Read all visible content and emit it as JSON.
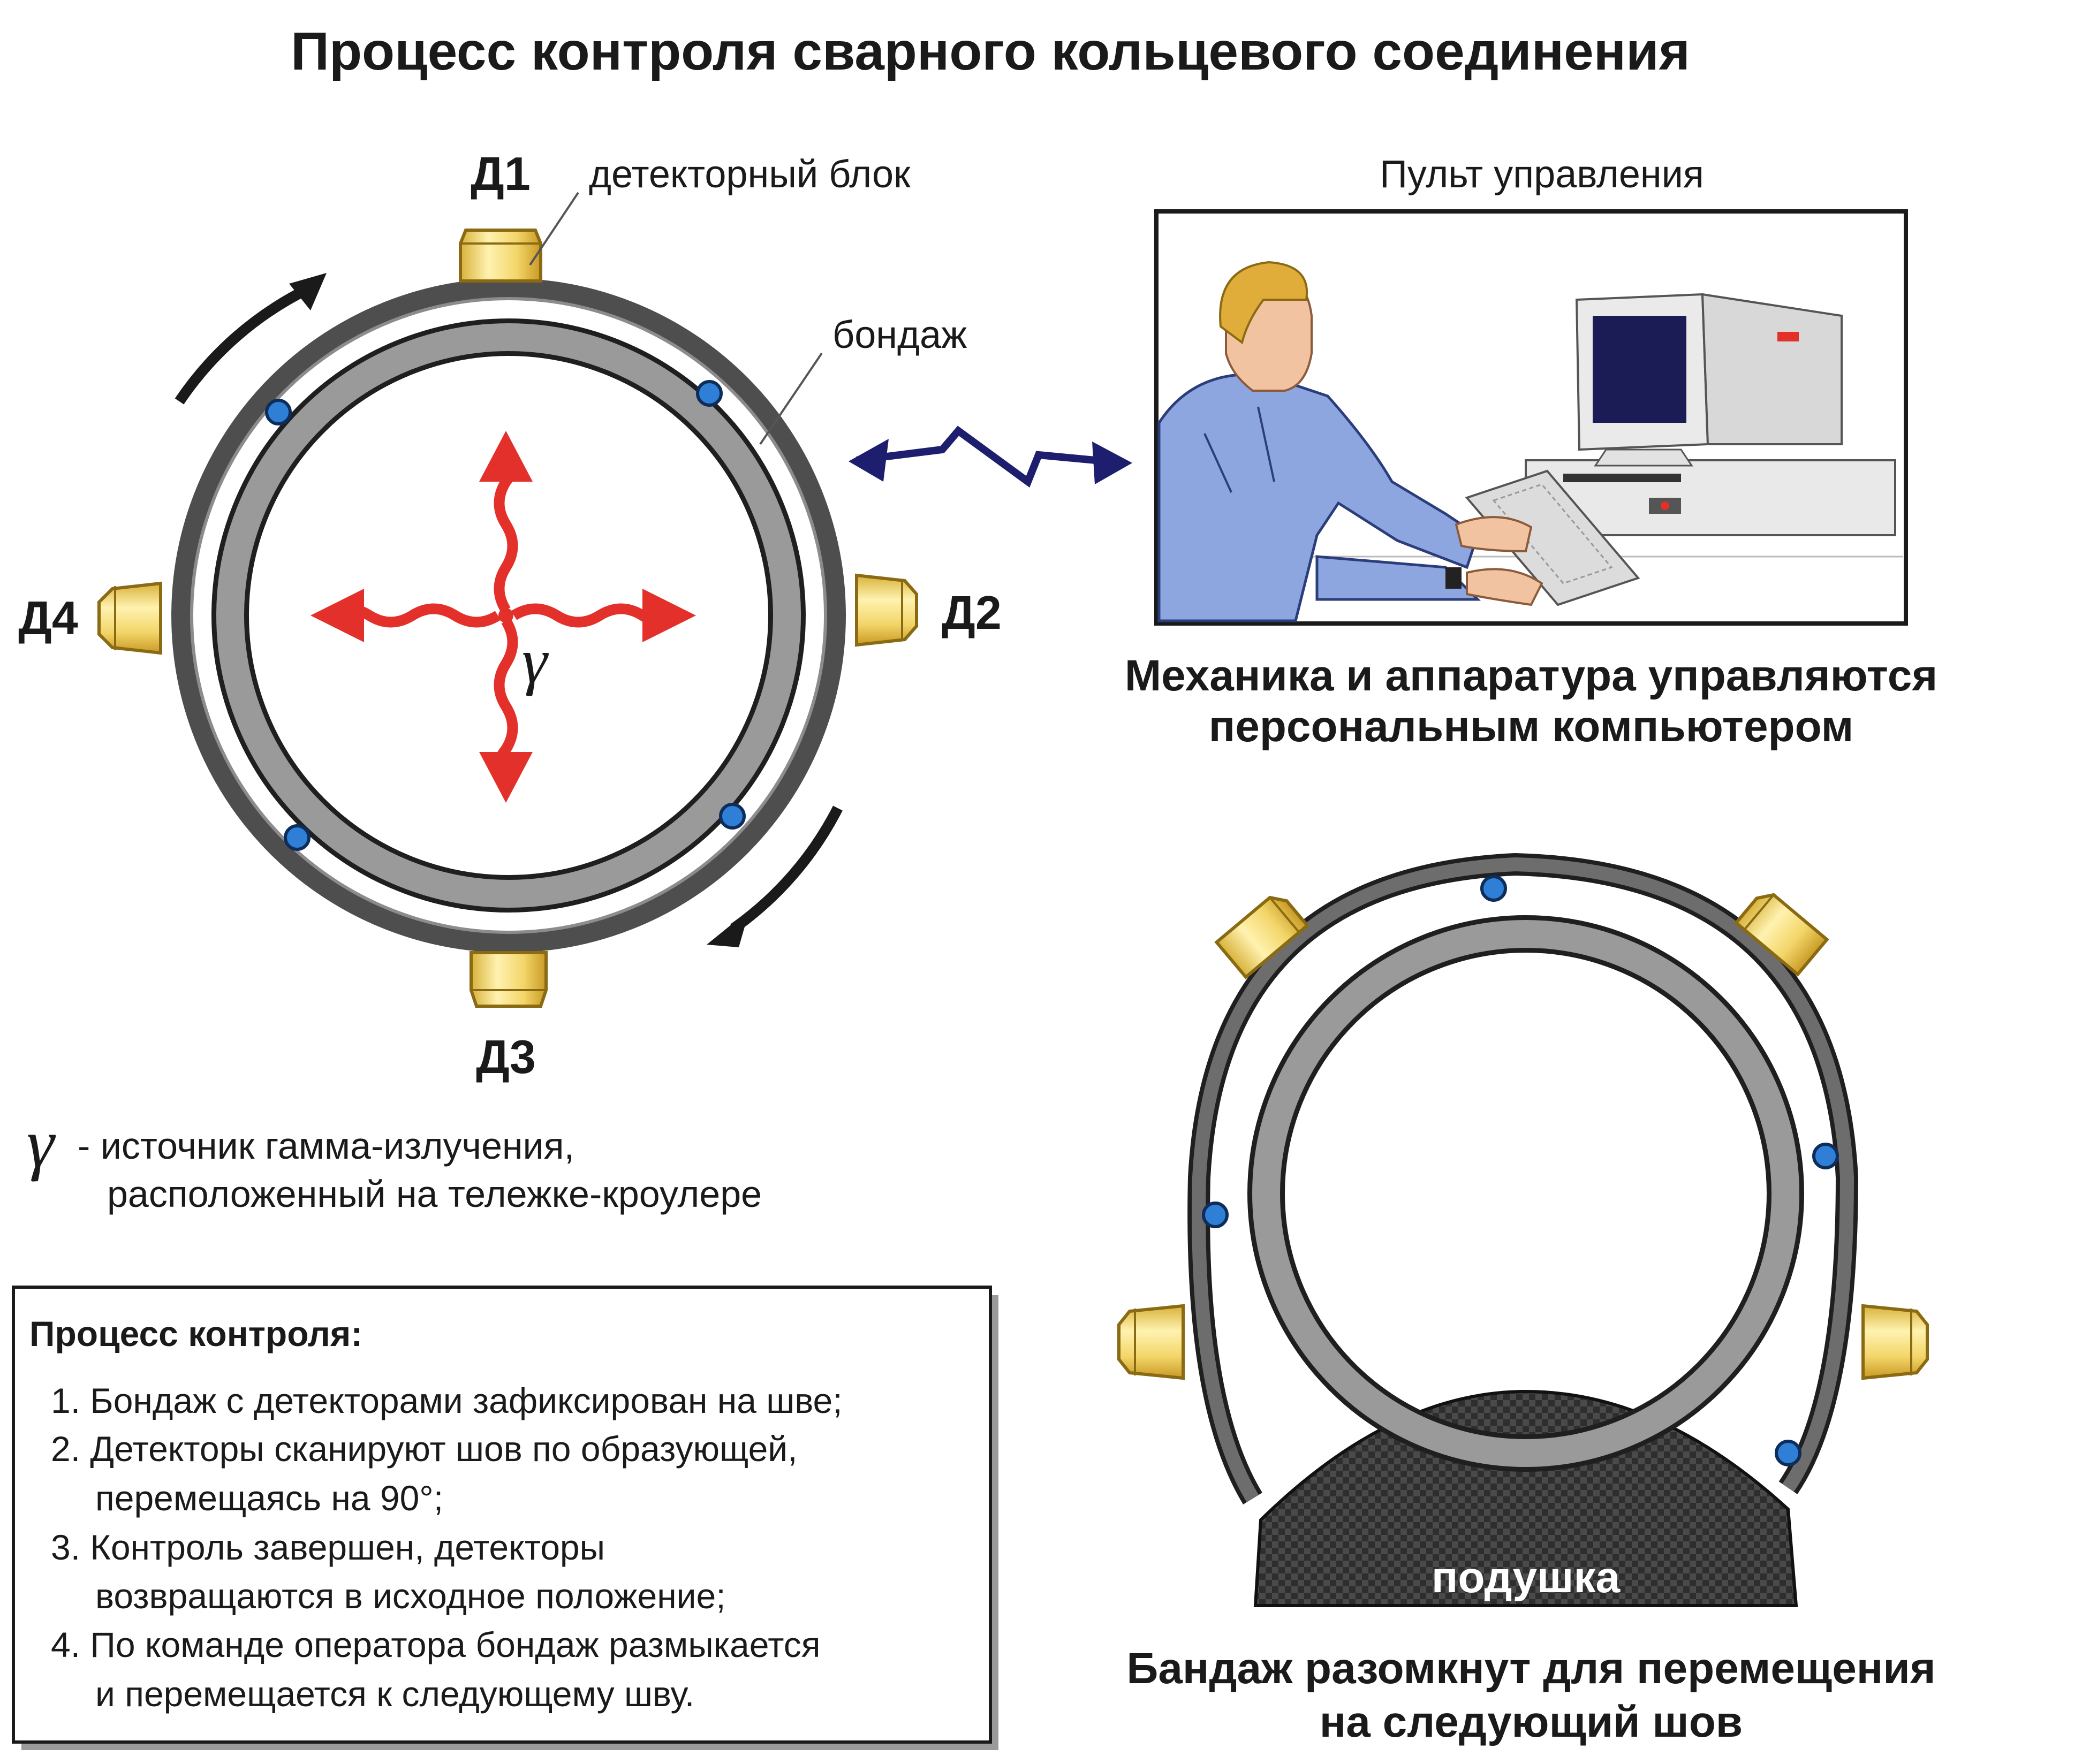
{
  "title": "Процесс контроля сварного кольцевого соединения",
  "detectors": {
    "d1": "Д1",
    "d2": "Д2",
    "d3": "Д3",
    "d4": "Д4",
    "block_label": "детекторный блок"
  },
  "band_label": "бондаж",
  "gamma_symbol": "γ",
  "control_panel": {
    "label": "Пульт управления",
    "caption_line1": "Механика и аппаратура управляются",
    "caption_line2": "персональным компьютером"
  },
  "legend": {
    "symbol": "γ",
    "line1": "- источник гамма-излучения,",
    "line2": "расположенный на тележке-кроулере"
  },
  "process_box": {
    "heading": "Процесс контроля:",
    "lines": [
      "1. Бондаж с детекторами зафиксирован на шве;",
      "2. Детекторы сканируют шов по образующей,",
      "перемещаясь на 90°;",
      "3. Контроль завершен, детекторы",
      "возвращаются в исходное положение;",
      "4. По команде оператора бондаж размыкается",
      "и перемещается к следующему шву."
    ]
  },
  "pillow_label": "подушка",
  "open_band": {
    "caption_line1": "Бандаж разомкнут для перемещения",
    "caption_line2": "на следующий шов"
  },
  "colors": {
    "band": "#5a5a5a",
    "pipe": "#9a9a9a",
    "detector": "#f5dc7a",
    "rivet": "#2f7fd6",
    "gamma_arrows": "#e4302a",
    "link_arrow": "#1e1e6e",
    "monitor_screen": "#1b1b55",
    "shirt": "#8ea6e0",
    "pillow": "#3a3a3a"
  }
}
